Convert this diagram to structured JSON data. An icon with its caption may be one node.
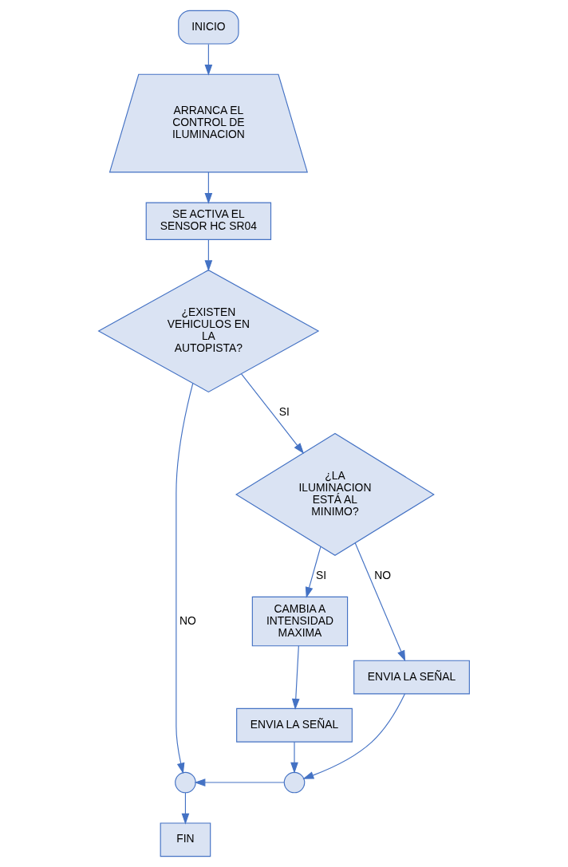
{
  "diagram": {
    "nodes": [
      {
        "text": [
          "INICIO"
        ]
      },
      {
        "text": [
          "ARRANCA EL CONTROL DE ILUMINACION"
        ]
      },
      {
        "text": [
          "SE ACTIVA EL SENSOR HC SR04"
        ]
      },
      {
        "text": [
          "¿EXISTEN VEHICULOS EN LA AUTOPISTA?"
        ]
      },
      {
        "text": [
          "¿LA ILUMINACION ESTÁ AL MINIMO?"
        ]
      },
      {
        "text": [
          "CAMBIA A INTENSIDAD MAXIMA"
        ]
      },
      {
        "text": [
          "ENVIA LA SEÑAL"
        ]
      },
      {
        "text": [
          "ENVIA LA SEÑAL"
        ]
      },
      {
        "text": [],
        "shape": "circle"
      },
      {
        "text": [],
        "shape": "circle"
      },
      {
        "text": [
          "FIN"
        ]
      }
    ],
    "edges": [
      {
        "from": 0,
        "to": 1,
        "arrow": "to"
      },
      {
        "from": 1,
        "to": 2,
        "arrow": "to"
      },
      {
        "from": 2,
        "to": 3,
        "arrow": "to"
      },
      {
        "from": 3,
        "to": 4,
        "arrow": "to",
        "label": "SI"
      },
      {
        "from": 3,
        "to": 8,
        "arrow": "to",
        "label": "NO"
      },
      {
        "from": 4,
        "to": 5,
        "arrow": "to",
        "label": "SI"
      },
      {
        "from": 4,
        "to": 6,
        "arrow": "to",
        "label": "NO"
      },
      {
        "from": 5,
        "to": 7,
        "arrow": "to"
      },
      {
        "from": 6,
        "to": 9,
        "arrow": "to"
      },
      {
        "from": 7,
        "to": 9,
        "arrow": "to"
      },
      {
        "from": 9,
        "to": 8,
        "arrow": "to"
      },
      {
        "from": 8,
        "to": 10,
        "arrow": "to"
      }
    ]
  }
}
